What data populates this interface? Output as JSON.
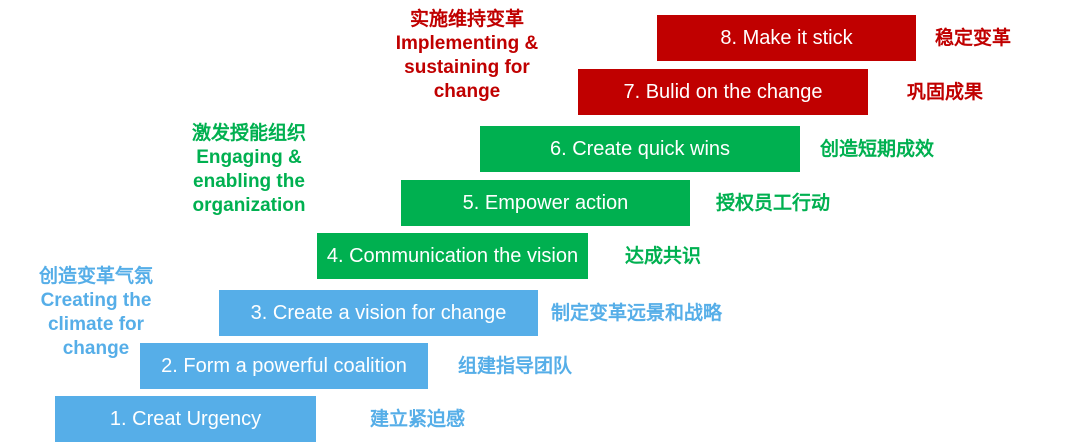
{
  "colors": {
    "blue": "#56aee8",
    "green": "#00b050",
    "red": "#c00000"
  },
  "phases": [
    {
      "cn": "创造变革气氛",
      "en": [
        "Creating the",
        "climate for",
        "change"
      ]
    },
    {
      "cn": "激发授能组织",
      "en": [
        "Engaging &",
        "enabling the",
        "organization"
      ]
    },
    {
      "cn": "实施维持变革",
      "en": [
        "Implementing &",
        "sustaining for",
        "change"
      ]
    }
  ],
  "steps": [
    {
      "label": "1. Creat Urgency",
      "cn": "建立紧迫感"
    },
    {
      "label": "2. Form a powerful coalition",
      "cn": "组建指导团队"
    },
    {
      "label": "3. Create a vision for change",
      "cn": "制定变革远景和战略"
    },
    {
      "label": "4. Communication the vision",
      "cn": "达成共识"
    },
    {
      "label": "5. Empower action",
      "cn": "授权员工行动"
    },
    {
      "label": "6. Create quick wins",
      "cn": "创造短期成效"
    },
    {
      "label": "7. Bulid on the change",
      "cn": "巩固成果"
    },
    {
      "label": "8. Make it stick",
      "cn": "稳定变革"
    }
  ]
}
